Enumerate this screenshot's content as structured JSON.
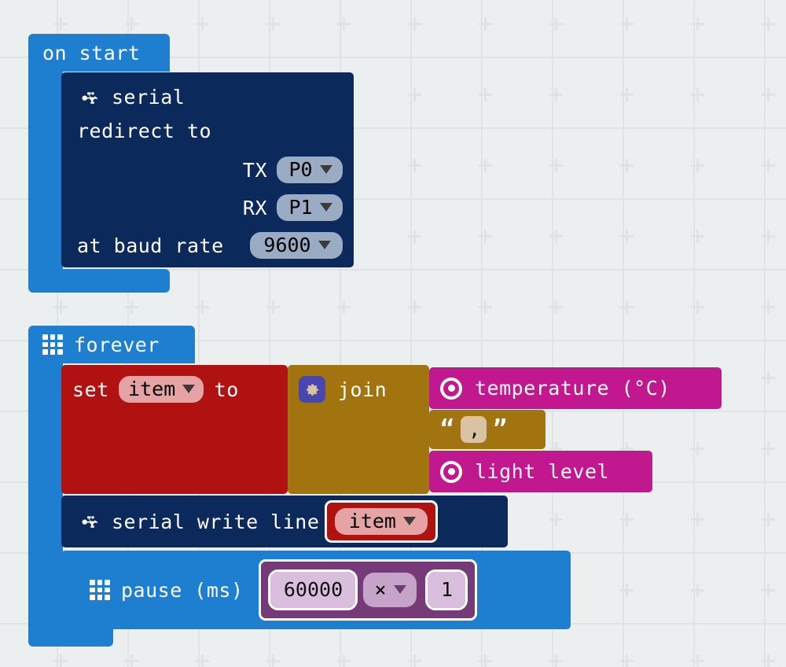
{
  "app": {
    "name": "MakeCode Blocks Editor",
    "workspace_background": "#eceff0"
  },
  "colors": {
    "event": "#1e7fd0",
    "serial": "#0b2a5b",
    "variables": "#b01212",
    "sensor": "#c2188f",
    "text": "#a2740f",
    "math": "#763a78",
    "grid_mark": "#dfe3e4"
  },
  "scripts": [
    {
      "id": "on-start-script",
      "hat": {
        "label": "on start",
        "icon": null
      },
      "statements": [
        {
          "id": "serial-redirect",
          "category": "serial",
          "icon": "usb-icon",
          "lines": [
            {
              "text": "serial"
            },
            {
              "text": "redirect to"
            }
          ],
          "fields": [
            {
              "label": "TX",
              "name": "tx-pin",
              "value": "P0",
              "type": "dropdown"
            },
            {
              "label": "RX",
              "name": "rx-pin",
              "value": "P1",
              "type": "dropdown"
            },
            {
              "label": "at baud rate",
              "name": "baud-rate",
              "value": "9600",
              "type": "dropdown"
            }
          ]
        }
      ]
    },
    {
      "id": "forever-script",
      "hat": {
        "label": "forever",
        "icon": "led-grid-icon"
      },
      "statements": [
        {
          "id": "set-variable",
          "category": "variables",
          "prefix": "set",
          "variable": "item",
          "connector": "to",
          "value_block": {
            "id": "join-block",
            "category": "text",
            "icon": "gear-icon",
            "label": "join",
            "inputs": [
              {
                "id": "temperature-reporter",
                "category": "sensor",
                "icon": "sensor-dot-icon",
                "label": "temperature (°C)"
              },
              {
                "id": "string-literal",
                "category": "text",
                "open_quote": "“",
                "close_quote": "”",
                "value": ","
              },
              {
                "id": "light-level-reporter",
                "category": "sensor",
                "icon": "sensor-dot-icon",
                "label": "light level"
              }
            ]
          }
        },
        {
          "id": "serial-write-line",
          "category": "serial",
          "icon": "usb-icon",
          "label": "serial write line",
          "argument": {
            "id": "item-variable",
            "category": "variables",
            "value": "item",
            "type": "dropdown",
            "selected": true
          }
        },
        {
          "id": "pause-block",
          "category": "basic",
          "icon": "led-grid-icon",
          "label": "pause (ms)",
          "argument": {
            "id": "multiply-block",
            "category": "math",
            "selected": true,
            "left": {
              "value": "60000",
              "selected": true
            },
            "operator": "×",
            "right": {
              "value": "1",
              "selected": false
            }
          }
        }
      ]
    }
  ]
}
